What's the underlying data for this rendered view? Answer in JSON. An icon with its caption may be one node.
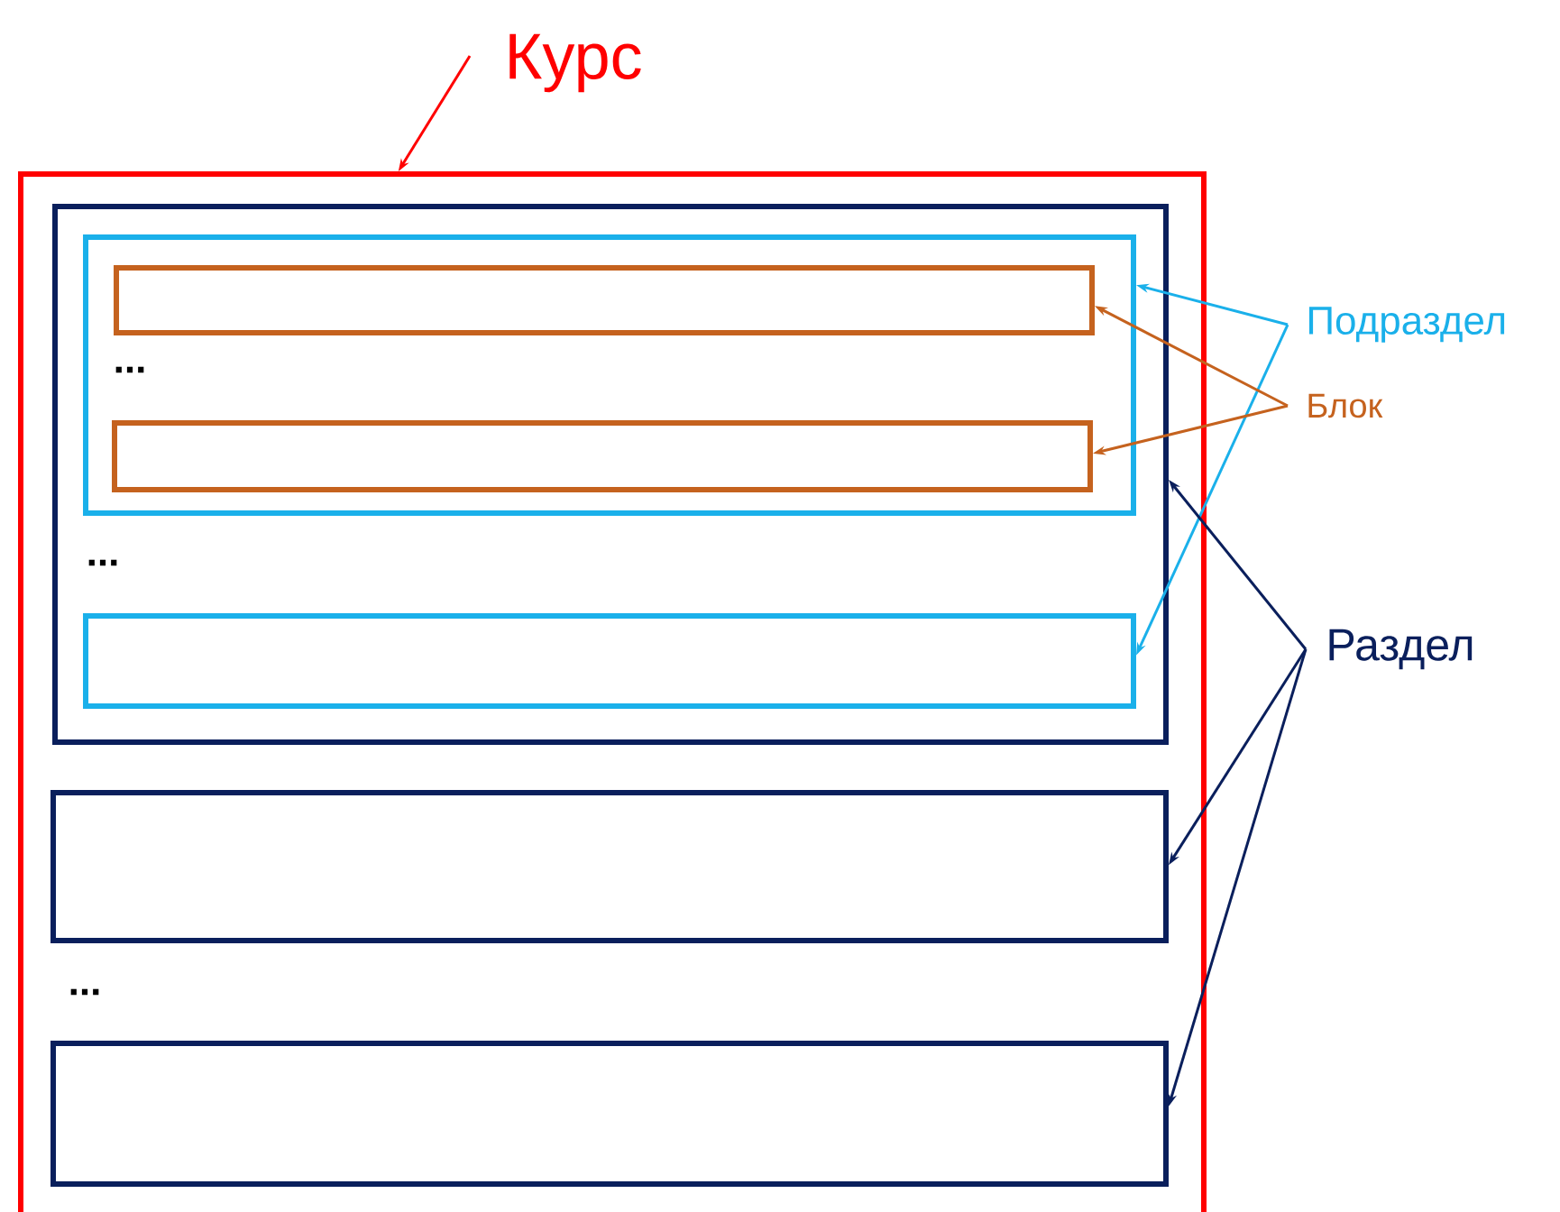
{
  "diagram": {
    "nodes": [
      {
        "text": [
          "Курс"
        ]
      },
      {
        "text": [],
        "shape": "box"
      },
      {
        "text": [],
        "shape": "box",
        "in": 1
      },
      {
        "text": [],
        "shape": "box",
        "in": 2
      },
      {
        "text": [],
        "shape": "box",
        "in": 3
      },
      {
        "text": [],
        "shape": "box",
        "in": 3
      },
      {
        "text": [],
        "shape": "box",
        "in": 2
      },
      {
        "text": [],
        "shape": "box",
        "in": 1
      },
      {
        "text": [],
        "shape": "box",
        "in": 1
      },
      {
        "text": [
          "Подраздел"
        ]
      },
      {
        "text": [
          "Блок"
        ]
      },
      {
        "text": [
          "Раздел"
        ]
      }
    ],
    "edges": [
      {
        "from": 0,
        "to": 1,
        "arrow": "to",
        "color": "#ff0000"
      },
      {
        "from": 9,
        "to": 3,
        "arrow": "to",
        "color": "#1ab0ea"
      },
      {
        "from": 9,
        "to": 6,
        "arrow": "to",
        "color": "#1ab0ea"
      },
      {
        "from": 10,
        "to": 4,
        "arrow": "to",
        "color": "#c5621e"
      },
      {
        "from": 10,
        "to": 5,
        "arrow": "to",
        "color": "#c5621e"
      },
      {
        "from": 11,
        "to": 2,
        "arrow": "to",
        "color": "#0a1f5c"
      },
      {
        "from": 11,
        "to": 7,
        "arrow": "to",
        "color": "#0a1f5c"
      },
      {
        "from": 11,
        "to": 8,
        "arrow": "to",
        "color": "#0a1f5c"
      }
    ],
    "labels": [
      "...",
      "...",
      "..."
    ]
  }
}
